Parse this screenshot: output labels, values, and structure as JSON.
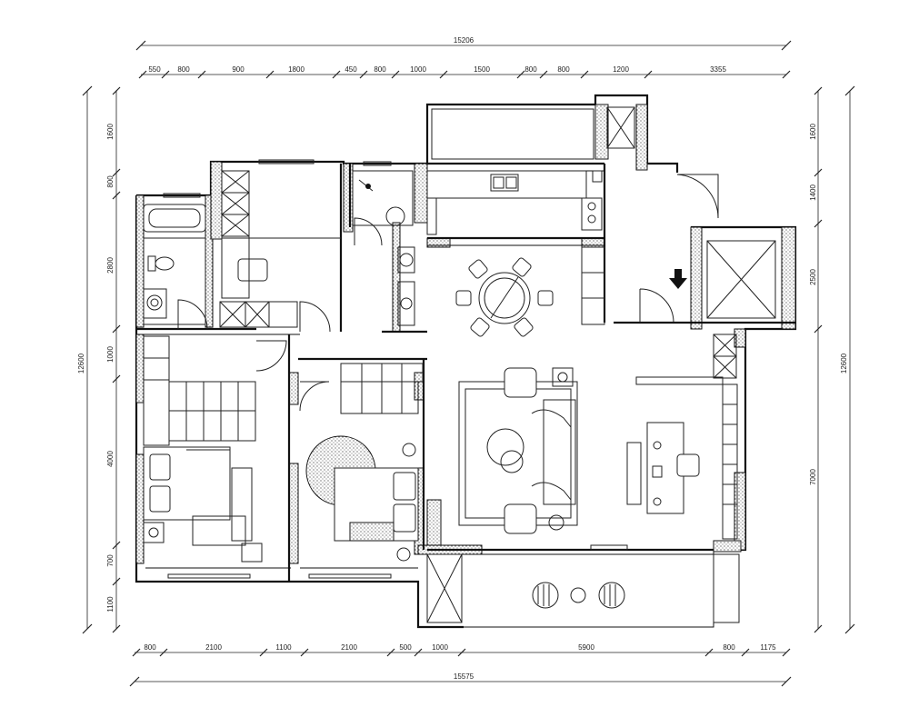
{
  "dimensions": {
    "top_total": "15206",
    "top_segments": [
      "550",
      "800",
      "900",
      "1800",
      "450",
      "800",
      "1000",
      "1500",
      "800",
      "800",
      "1200",
      "3355"
    ],
    "bottom_total": "15575",
    "bottom_segments": [
      "800",
      "2100",
      "1100",
      "2100",
      "500",
      "1000",
      "5900",
      "800",
      "1175"
    ],
    "left_total": "12600",
    "left_segments": [
      "1600",
      "800",
      "2800",
      "1000",
      "4000",
      "700",
      "1100"
    ],
    "right_total": "12600",
    "right_segments": [
      "1600",
      "1400",
      "2500",
      "7000"
    ]
  },
  "colors": {
    "line": "#111111",
    "background": "#ffffff"
  }
}
